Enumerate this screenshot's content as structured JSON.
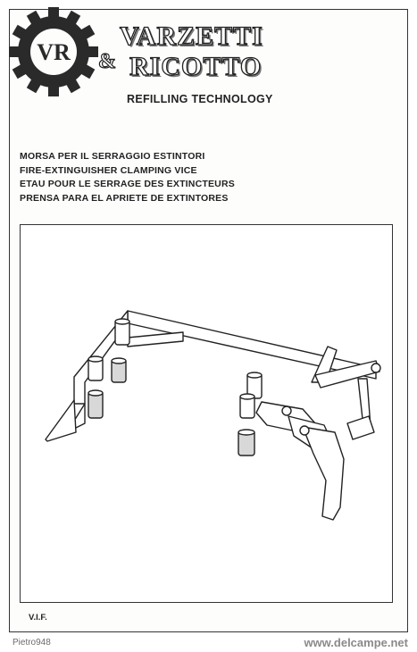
{
  "brand": {
    "logo_letters": "VR",
    "name_line1": "VARZETTI",
    "ampersand": "&",
    "name_line2": "RICOTTO",
    "tagline": "REFILLING TECHNOLOGY"
  },
  "titles": [
    "MORSA PER IL SERRAGGIO ESTINTORI",
    "FIRE-EXTINGUISHER CLAMPING VICE",
    "ETAU POUR LE SERRAGE DES EXTINCTEURS",
    "PRENSA PARA EL APRIETE DE EXTINTORES"
  ],
  "product_code": "V.I.F.",
  "watermark": {
    "user": "Pietro948",
    "site": "www.delcampe.net"
  }
}
